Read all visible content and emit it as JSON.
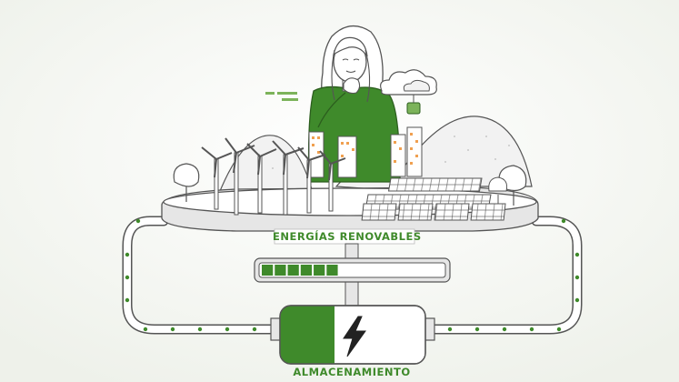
{
  "colors": {
    "accent": "#3f8a2b",
    "accent_light": "#7cb35a",
    "line": "#555555",
    "background": "#ffffff",
    "grey_fill": "#e6e6e6",
    "orange": "#f0a050"
  },
  "labels": {
    "renewables": "ENERGÍAS RENOVABLES",
    "storage": "ALMACENAMIENTO"
  },
  "progress": {
    "segments_filled": 6,
    "fraction": 0.42
  },
  "icons": {
    "battery": "lightning-bolt-icon"
  }
}
